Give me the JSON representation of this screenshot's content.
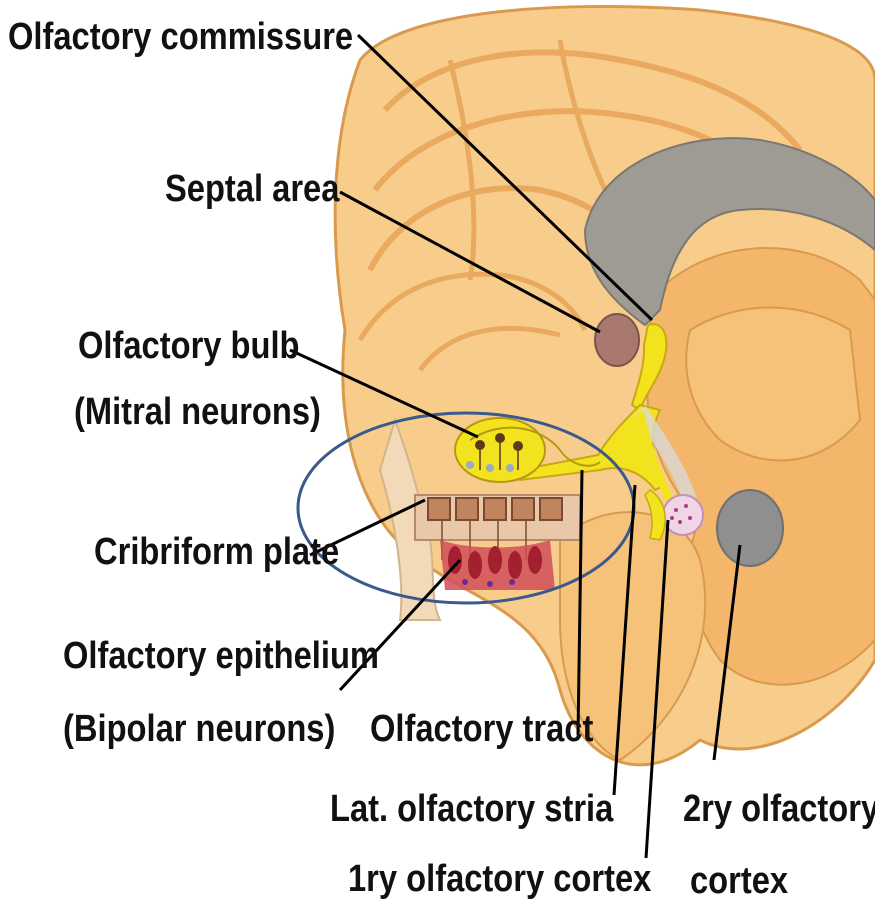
{
  "labels": {
    "olfactory_commissure": "Olfactory commissure",
    "septal_area": "Septal area",
    "olfactory_bulb": "Olfactory bulb",
    "mitral_neurons": "(Mitral neurons)",
    "cribriform_plate": "Cribriform plate",
    "olfactory_epithelium": "Olfactory epithelium",
    "bipolar_neurons": "(Bipolar neurons)",
    "olfactory_tract": "Olfactory tract",
    "lat_olfactory_stria": "Lat. olfactory stria",
    "primary_olfactory_cortex": "1ry olfactory cortex",
    "secondary_olfactory_cortex_line1": "2ry olfactory",
    "secondary_olfactory_cortex_line2": "cortex"
  },
  "colors": {
    "brain_fill": "#f8cd8c",
    "brain_gyri": "#f3b66b",
    "brain_outline": "#d99a4e",
    "tract_yellow": "#f3e21e",
    "septal_area": "#a8786e",
    "corpus_callosum_gray": "#9e9a94",
    "cortex_gray": "#8f8f8f",
    "epithelium_red": "#a3202e",
    "highlight_ellipse": "#3a5a8c",
    "leader_line": "#000000"
  }
}
